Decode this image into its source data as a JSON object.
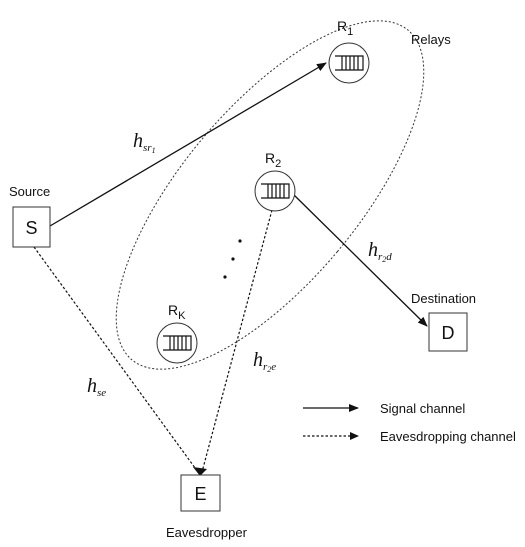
{
  "nodes": {
    "source": {
      "box": "S",
      "caption": "Source"
    },
    "destination": {
      "box": "D",
      "caption": "Destination"
    },
    "eavesdropper": {
      "box": "E",
      "caption": "Eavesdropper"
    },
    "relay_1": {
      "letter": "R",
      "index": "1"
    },
    "relay_2": {
      "letter": "R",
      "index": "2"
    },
    "relay_k": {
      "letter": "R",
      "index": "K"
    },
    "relays_group": {
      "caption": "Relays"
    }
  },
  "channels": {
    "h_sr1": {
      "main": "h",
      "sub": "sr",
      "subsub": "1"
    },
    "h_r2d": {
      "main": "h",
      "sub_a": "r",
      "subsub": "2",
      "sub_b": "d"
    },
    "h_r2e": {
      "main": "h",
      "sub_a": "r",
      "subsub": "2",
      "sub_b": "e"
    },
    "h_se": {
      "main": "h",
      "sub": "se"
    }
  },
  "legend": {
    "signal_channel": "Signal channel",
    "eavesdropping_channel": "Eavesdropping channel"
  }
}
